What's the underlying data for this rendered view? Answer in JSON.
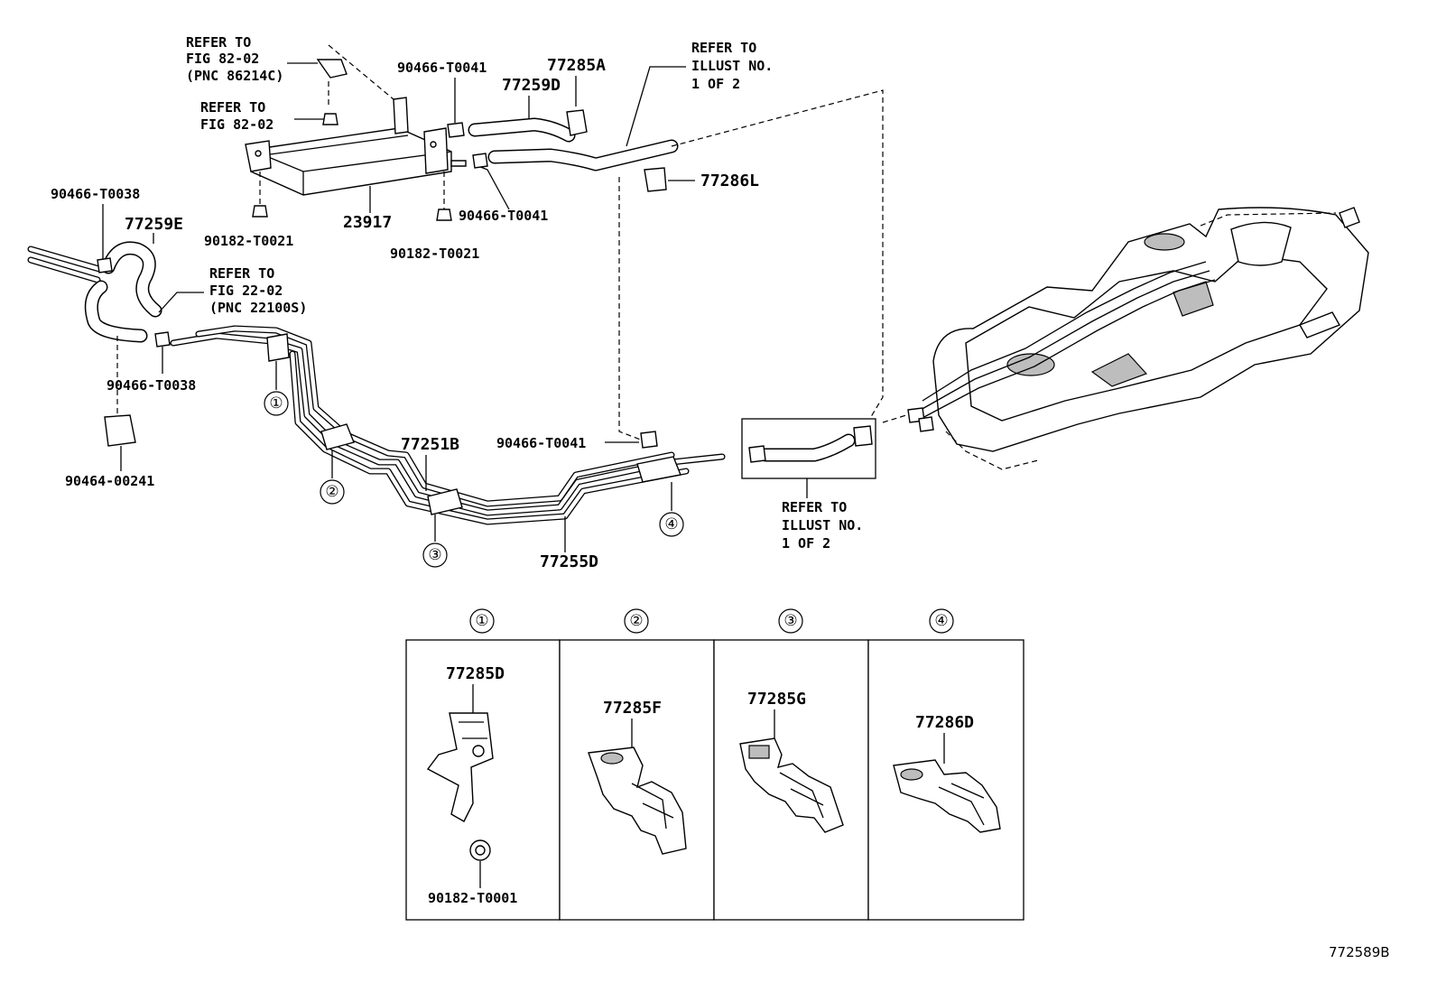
{
  "diagram_id": "772589B",
  "labels": {
    "refer_fig_82_02_pnc_a": "REFER TO",
    "refer_fig_82_02_pnc_b": "FIG 82-02",
    "refer_fig_82_02_pnc_c": "(PNC 86214C)",
    "refer_fig_82_02_a": "REFER TO",
    "refer_fig_82_02_b": "FIG 82-02",
    "p_90466_T0041_top": "90466-T0041",
    "p_77259D": "77259D",
    "p_77285A": "77285A",
    "refer_illust_top_a": "REFER TO",
    "refer_illust_top_b": "ILLUST NO.",
    "refer_illust_top_c": "1 OF 2",
    "p_77286L": "77286L",
    "p_90466_T0038_top": "90466-T0038",
    "p_77259E": "77259E",
    "p_23917": "23917",
    "p_90182_T0021_left": "90182-T0021",
    "p_90182_T0021_right": "90182-T0021",
    "p_90466_T0041_mid": "90466-T0041",
    "refer_fig_22_02_a": "REFER TO",
    "refer_fig_22_02_b": "FIG 22-02",
    "refer_fig_22_02_c": "(PNC 22100S)",
    "p_90466_T0038_bot": "90466-T0038",
    "p_77251B": "77251B",
    "p_90466_T0041_low": "90466-T0041",
    "p_90464_00241": "90464-00241",
    "p_77255D": "77255D",
    "refer_illust_bot_a": "REFER TO",
    "refer_illust_bot_b": "ILLUST NO.",
    "refer_illust_bot_c": "1 OF 2"
  },
  "callouts": {
    "c1": "①",
    "c2": "②",
    "c3": "③",
    "c4": "④"
  },
  "detail_panels": [
    {
      "marker": "①",
      "part": "77285D",
      "sub_part": "90182-T0001"
    },
    {
      "marker": "②",
      "part": "77285F"
    },
    {
      "marker": "③",
      "part": "77285G"
    },
    {
      "marker": "④",
      "part": "77286D"
    }
  ]
}
